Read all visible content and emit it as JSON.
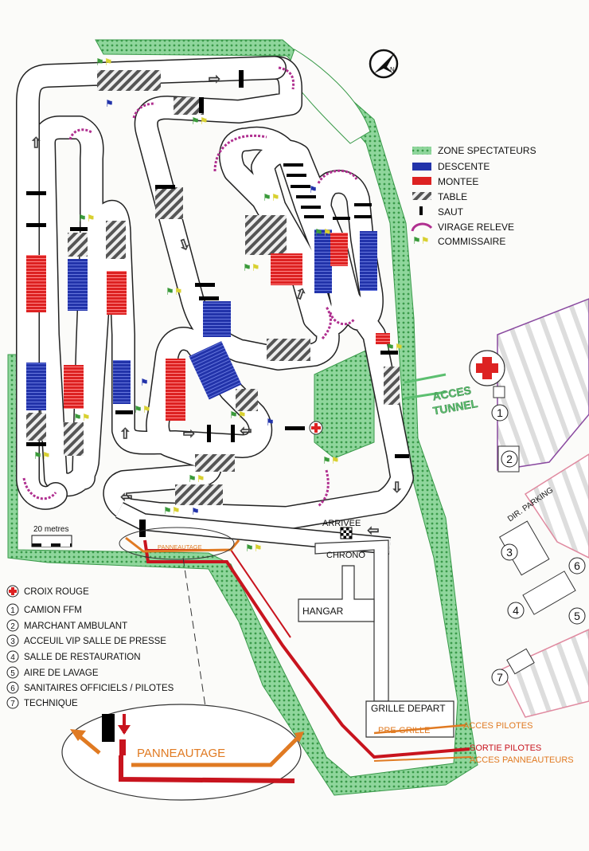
{
  "legend": {
    "items": [
      {
        "key": "spectators",
        "label": "ZONE SPECTATEURS",
        "color": "#5cbf70"
      },
      {
        "key": "descent",
        "label": "DESCENTE",
        "color": "#2233aa"
      },
      {
        "key": "climb",
        "label": "MONTEE",
        "color": "#dd2222"
      },
      {
        "key": "table",
        "label": "TABLE",
        "color": "#555555"
      },
      {
        "key": "jump",
        "label": "SAUT",
        "color": "#000000"
      },
      {
        "key": "banked",
        "label": "VIRAGE RELEVE",
        "color": "#b03090"
      },
      {
        "key": "marshal",
        "label": "COMMISSAIRE",
        "color": "#3a9a3a"
      }
    ]
  },
  "services": {
    "items": [
      {
        "marker": "",
        "label": "CROIX ROUGE",
        "icon": "red-cross-icon"
      },
      {
        "marker": "1",
        "label": "CAMION FFM"
      },
      {
        "marker": "2",
        "label": "MARCHANT AMBULANT"
      },
      {
        "marker": "3",
        "label": "ACCEUIL VIP SALLE DE PRESSE"
      },
      {
        "marker": "4",
        "label": "SALLE DE RESTAURATION"
      },
      {
        "marker": "5",
        "label": "AIRE DE LAVAGE"
      },
      {
        "marker": "6",
        "label": "SANITAIRES OFFICIELS / PILOTES"
      },
      {
        "marker": "7",
        "label": "TECHNIQUE"
      }
    ]
  },
  "labels": {
    "acces_tunnel_1": "ACCES",
    "acces_tunnel_2": "TUNNEL",
    "arrivee": "ARRIVEE",
    "chrono": "CHRONO",
    "hangar": "HANGAR",
    "grille_depart": "GRILLE DEPART",
    "pre_grille": "PRE-GRILLE",
    "panneautage": "PANNEAUTAGE",
    "acces_pilotes": "ACCES PILOTES",
    "sortie_pilotes": "SORTIE PILOTES",
    "acces_panneauteurs": "ACCES PANNEAUTEURS",
    "dir_parking": "DIR. PARKING",
    "scale": "20 metres",
    "compass_n": "N"
  },
  "markers": [
    "1",
    "2",
    "3",
    "4",
    "5",
    "6",
    "7"
  ],
  "colors": {
    "spectator": "#5cbf70",
    "descent": "#2233aa",
    "climb": "#dd2222",
    "banked": "#b03090",
    "pilot_route": "#c8141e",
    "panneau_route": "#e07a22",
    "track_edge": "#222222"
  }
}
